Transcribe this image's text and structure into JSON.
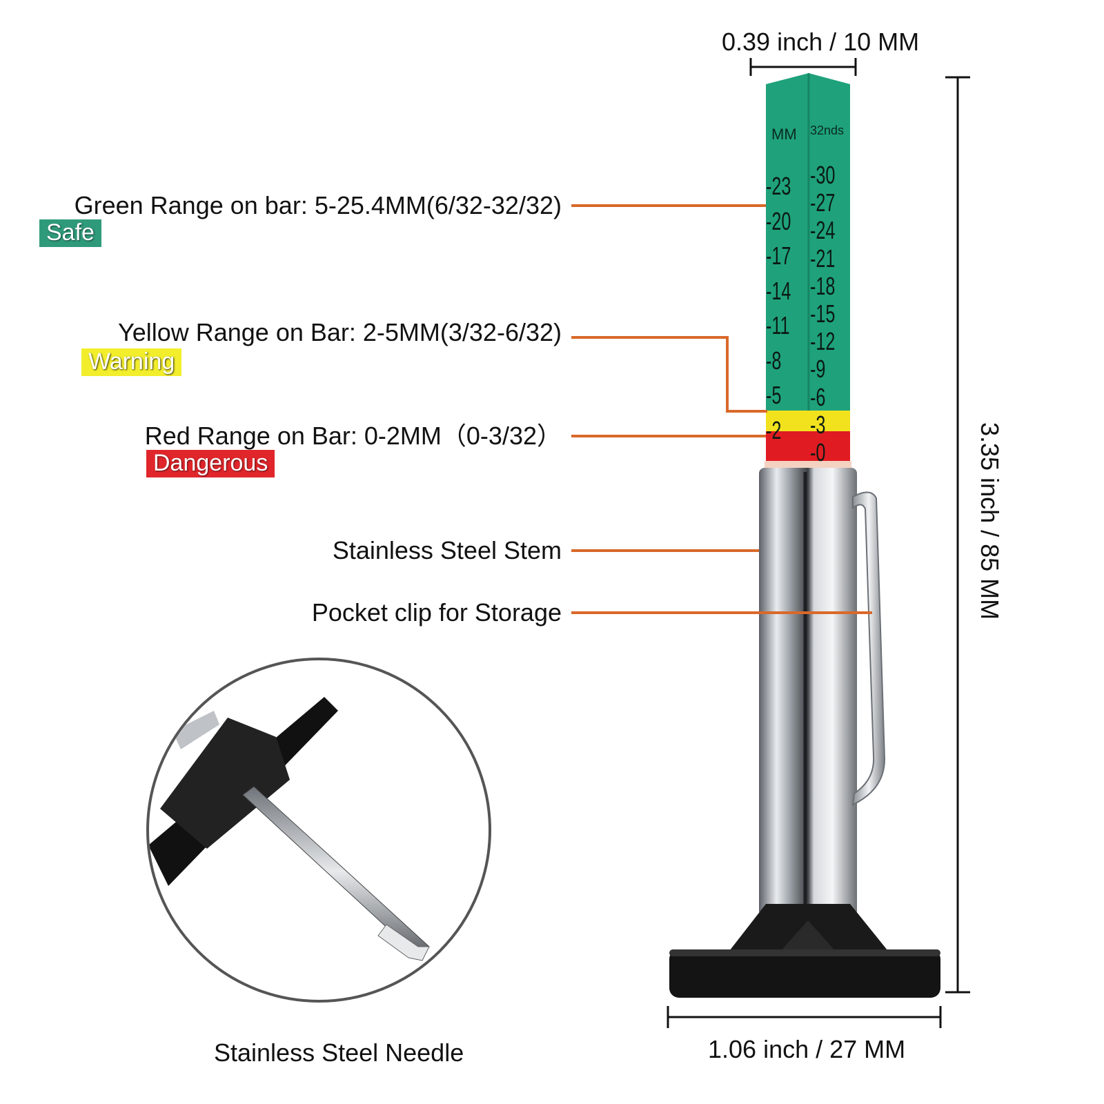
{
  "dimensions": {
    "top_width": "0.39 inch / 10 MM",
    "height": "3.35 inch / 85 MM",
    "base_width": "1.06 inch / 27 MM"
  },
  "callouts": [
    {
      "text": "Green Range on bar: 5-25.4MM(6/32-32/32)",
      "badge": "Safe",
      "badge_color": "#2f9a7a"
    },
    {
      "text": "Yellow Range on Bar: 2-5MM(3/32-6/32)",
      "badge": "Warning",
      "badge_color": "#f2ee2c"
    },
    {
      "text": "Red Range on Bar: 0-2MM（0-3/32）",
      "badge": "Dangerous",
      "badge_color": "#e0262b"
    },
    {
      "text": "Stainless Steel Stem"
    },
    {
      "text": "Pocket clip for Storage"
    }
  ],
  "needle_caption": "Stainless Steel Needle",
  "gauge": {
    "mm_header": "MM",
    "in_header": "32nds",
    "mm_ticks": [
      "23",
      "20",
      "17",
      "14",
      "11",
      "8",
      "5",
      "2"
    ],
    "in_ticks": [
      "30",
      "27",
      "24",
      "21",
      "18",
      "15",
      "12",
      "9",
      "6",
      "3",
      "0"
    ],
    "colors": {
      "green": "#1fa27b",
      "yellow": "#f2e21e",
      "red": "#e01b22",
      "leader": "#d9692a",
      "steel": "#b9bec4",
      "base": "#141414"
    }
  }
}
